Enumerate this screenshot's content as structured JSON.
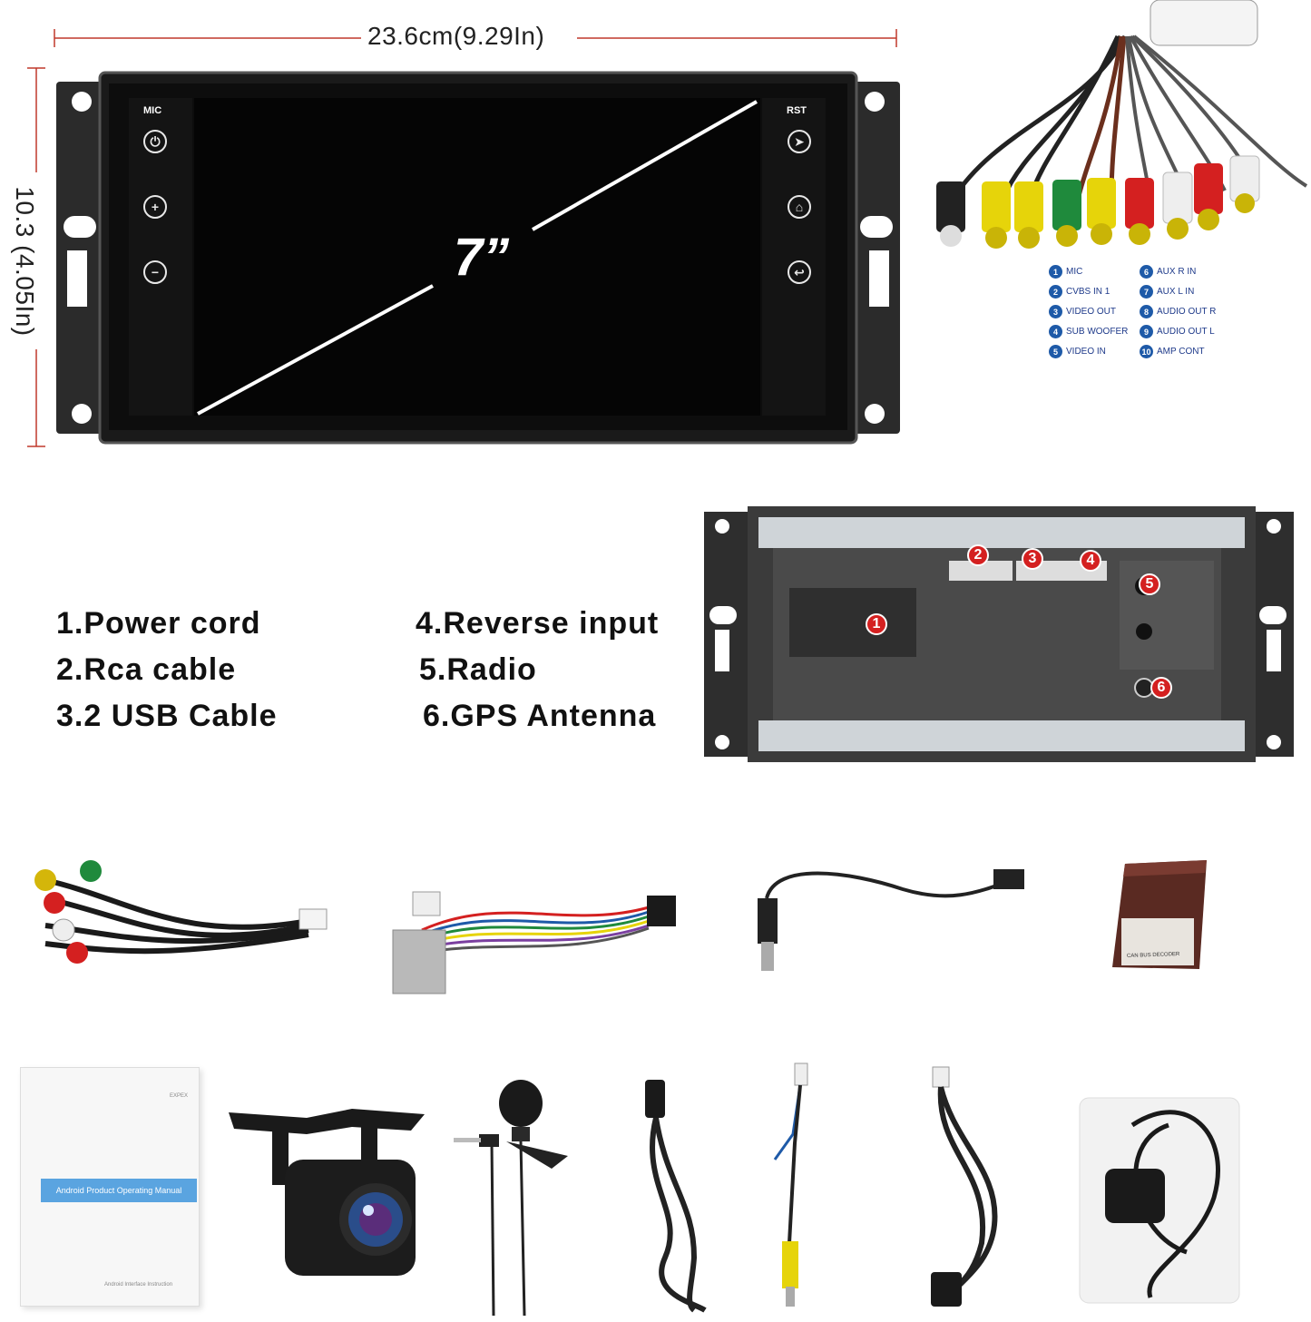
{
  "dimensions": {
    "width_label": "23.6cm(9.29In)",
    "height_label": "10.3 (4.05In)"
  },
  "screen": {
    "size_label": "7”",
    "left_top_label": "MIC",
    "right_top_label": "RST",
    "left_buttons": [
      "power-icon",
      "volume-up-icon",
      "volume-down-icon"
    ],
    "right_buttons": [
      "navigation-icon",
      "home-icon",
      "back-icon"
    ]
  },
  "rca_pins": [
    {
      "num": "1",
      "label": "MIC"
    },
    {
      "num": "2",
      "label": "CVBS IN 1"
    },
    {
      "num": "3",
      "label": "VIDEO OUT"
    },
    {
      "num": "4",
      "label": "SUB WOOFER"
    },
    {
      "num": "5",
      "label": "VIDEO IN"
    },
    {
      "num": "6",
      "label": "AUX R IN"
    },
    {
      "num": "7",
      "label": "AUX L IN"
    },
    {
      "num": "8",
      "label": "AUDIO OUT R"
    },
    {
      "num": "9",
      "label": "AUDIO OUT L"
    },
    {
      "num": "10",
      "label": "AMP CONT"
    }
  ],
  "ports_legend": {
    "left": [
      "1.Power cord",
      "2.Rca cable",
      "3.2 USB Cable"
    ],
    "right": [
      "4.Reverse input",
      "5.Radio",
      "6.GPS Antenna"
    ]
  },
  "back_badges": [
    "1",
    "2",
    "3",
    "4",
    "5",
    "6"
  ],
  "accessories_row1": [
    "rca-cable",
    "power-harness",
    "radio-antenna-adapter",
    "canbus-decoder"
  ],
  "decoder_text": "CAN BUS DECODER",
  "accessories_row2": [
    "manual",
    "backup-camera",
    "microphone",
    "usb-cable",
    "reverse-cable",
    "usb-cable-2",
    "gps-antenna"
  ],
  "manual": {
    "title": "Android Product Operating Manual",
    "footer": "Android Interface Instruction",
    "brand": "EXPEX"
  },
  "colors": {
    "dimension_line": "#c0392b",
    "badge_red": "#d42020",
    "pin_blue": "#1e5aa8",
    "panel_dark": "#1f1f1f",
    "frame_gray": "#3a3a3a"
  }
}
